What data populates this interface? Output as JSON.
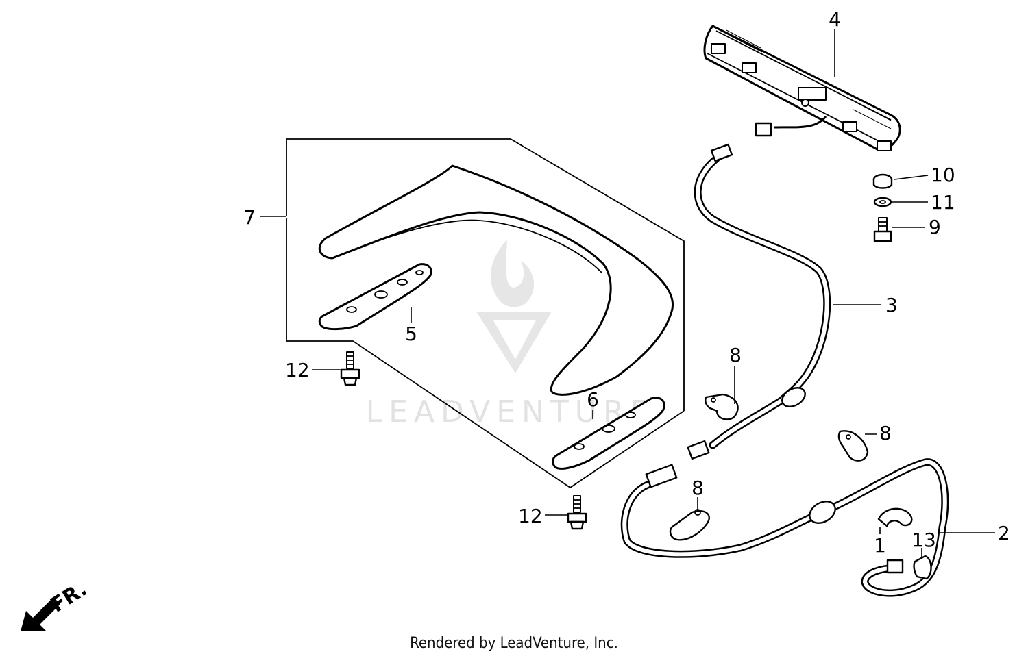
{
  "footer": {
    "rendered_by": "Rendered by LeadVenture, Inc."
  },
  "watermark": {
    "text": "LEADVENTURE"
  },
  "direction": {
    "label": "FR."
  },
  "callouts": {
    "c1": "1",
    "c2": "2",
    "c3": "3",
    "c4": "4",
    "c5": "5",
    "c6": "6",
    "c7": "7",
    "c8a": "8",
    "c8b": "8",
    "c8c": "8",
    "c9": "9",
    "c10": "10",
    "c11": "11",
    "c12a": "12",
    "c12b": "12",
    "c13": "13"
  },
  "colors": {
    "line": "#000000",
    "background": "#ffffff",
    "watermark": "#e2e2e2"
  },
  "icons": {
    "direction_arrow": "arrow-down-left-icon",
    "watermark_logo": "flame-v-logo-icon"
  }
}
